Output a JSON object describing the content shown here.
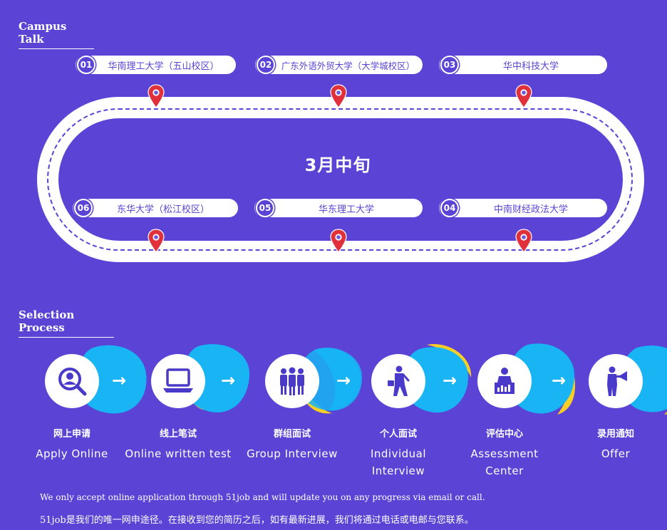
{
  "campus_talk": {
    "title": "Campus Talk",
    "center_label": "3月中旬",
    "venues": [
      {
        "num": "01",
        "name": "华南理工大学（五山校区）"
      },
      {
        "num": "02",
        "name": "广东外语外贸大学（大学城校区）"
      },
      {
        "num": "03",
        "name": "华中科技大学"
      },
      {
        "num": "04",
        "name": "中南财经政法大学"
      },
      {
        "num": "05",
        "name": "华东理工大学"
      },
      {
        "num": "06",
        "name": "东华大学（松江校区）"
      }
    ],
    "pin_icon": "location-pin-icon"
  },
  "selection_process": {
    "title": "Selection Process",
    "steps": [
      {
        "cn": "网上申请",
        "en": "Apply Online",
        "icon": "search-person-icon"
      },
      {
        "cn": "线上笔试",
        "en": "Online written test",
        "icon": "laptop-icon"
      },
      {
        "cn": "群组面试",
        "en": "Group Interview",
        "icon": "group-icon"
      },
      {
        "cn": "个人面试",
        "en": "Individual Interview",
        "icon": "businessman-icon"
      },
      {
        "cn": "评估中心",
        "en": "Assessment Center",
        "icon": "assessment-desk-icon"
      },
      {
        "cn": "录用通知",
        "en": "Offer",
        "icon": "megaphone-person-icon"
      }
    ],
    "arrow": "→"
  },
  "footer": {
    "en": "We only accept online application through 51job and will update you on any progress via email or call.",
    "cn": "51job是我们的唯一网申途径。在接收到您的简历之后，如有最新进展，我们将通过电话或电邮与您联系。"
  },
  "colors": {
    "background": "#5b43d6",
    "pin": "#e0303c",
    "blob_cyan": "#18b4f4",
    "blob_yellow": "#f6cf24",
    "icon": "#4a3ac9"
  }
}
